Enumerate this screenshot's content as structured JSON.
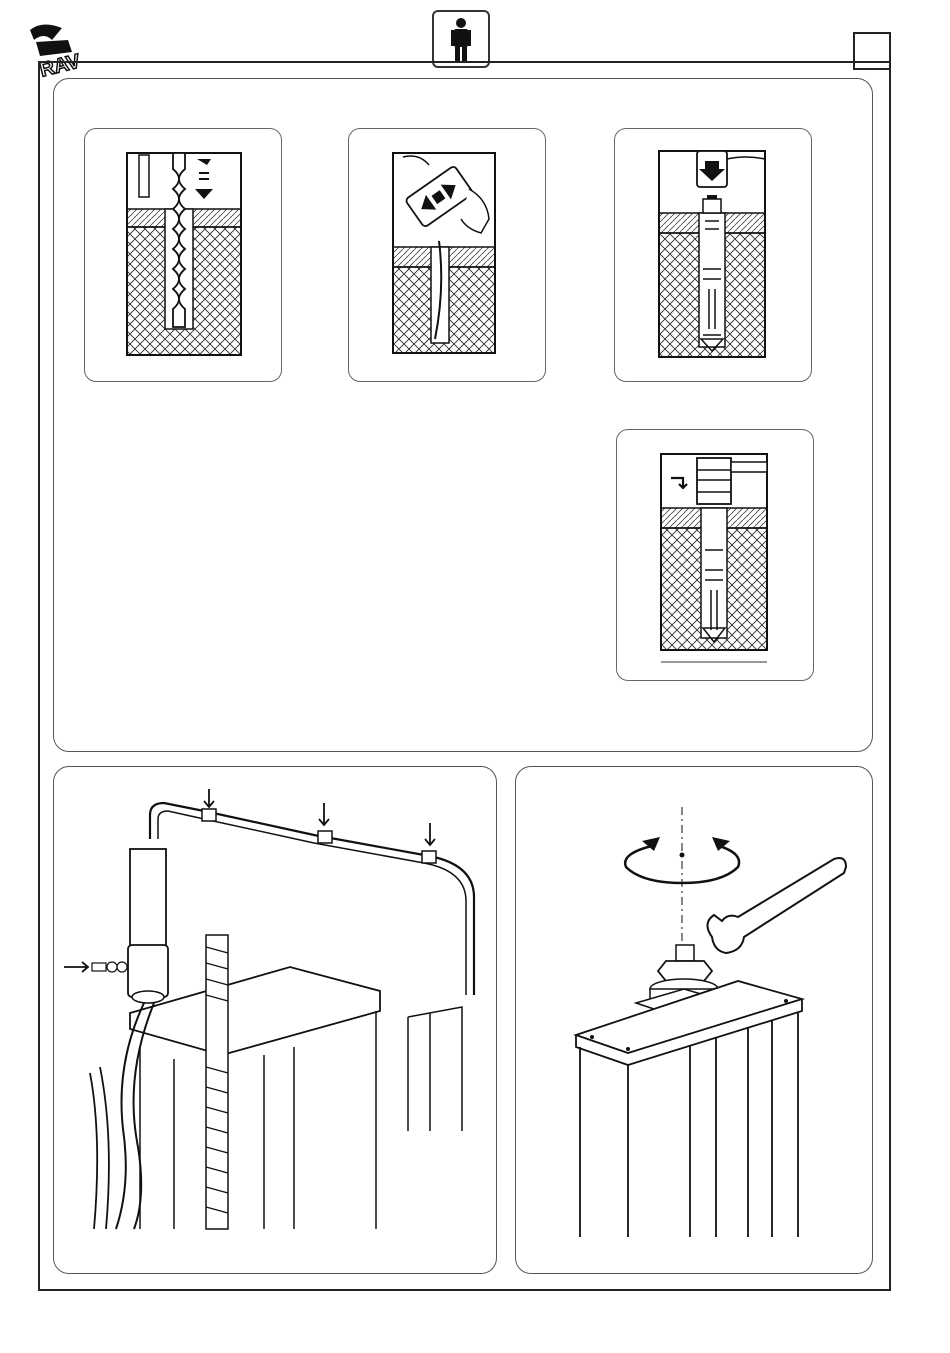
{
  "header": {
    "logo_text": "RAV",
    "page_box_label": ""
  },
  "icons": {
    "operator": "person-icon",
    "logo": "rav-logo-icon",
    "rotation": "rotate-arrow-icon",
    "wrench": "wrench-icon",
    "arrow": "arrow-icon"
  },
  "figures": [
    {
      "id": "drill-hole",
      "step": "drilling"
    },
    {
      "id": "blow-hole",
      "step": "cleaning"
    },
    {
      "id": "insert-anchor",
      "step": "inserting"
    },
    {
      "id": "tighten-anchor",
      "step": "tightening"
    },
    {
      "id": "cable-routing",
      "step": "wiring"
    },
    {
      "id": "nut-tightening",
      "step": "wrench"
    }
  ],
  "colors": {
    "line": "#222222",
    "hatch": "#333333",
    "panel_border": "#555555"
  }
}
